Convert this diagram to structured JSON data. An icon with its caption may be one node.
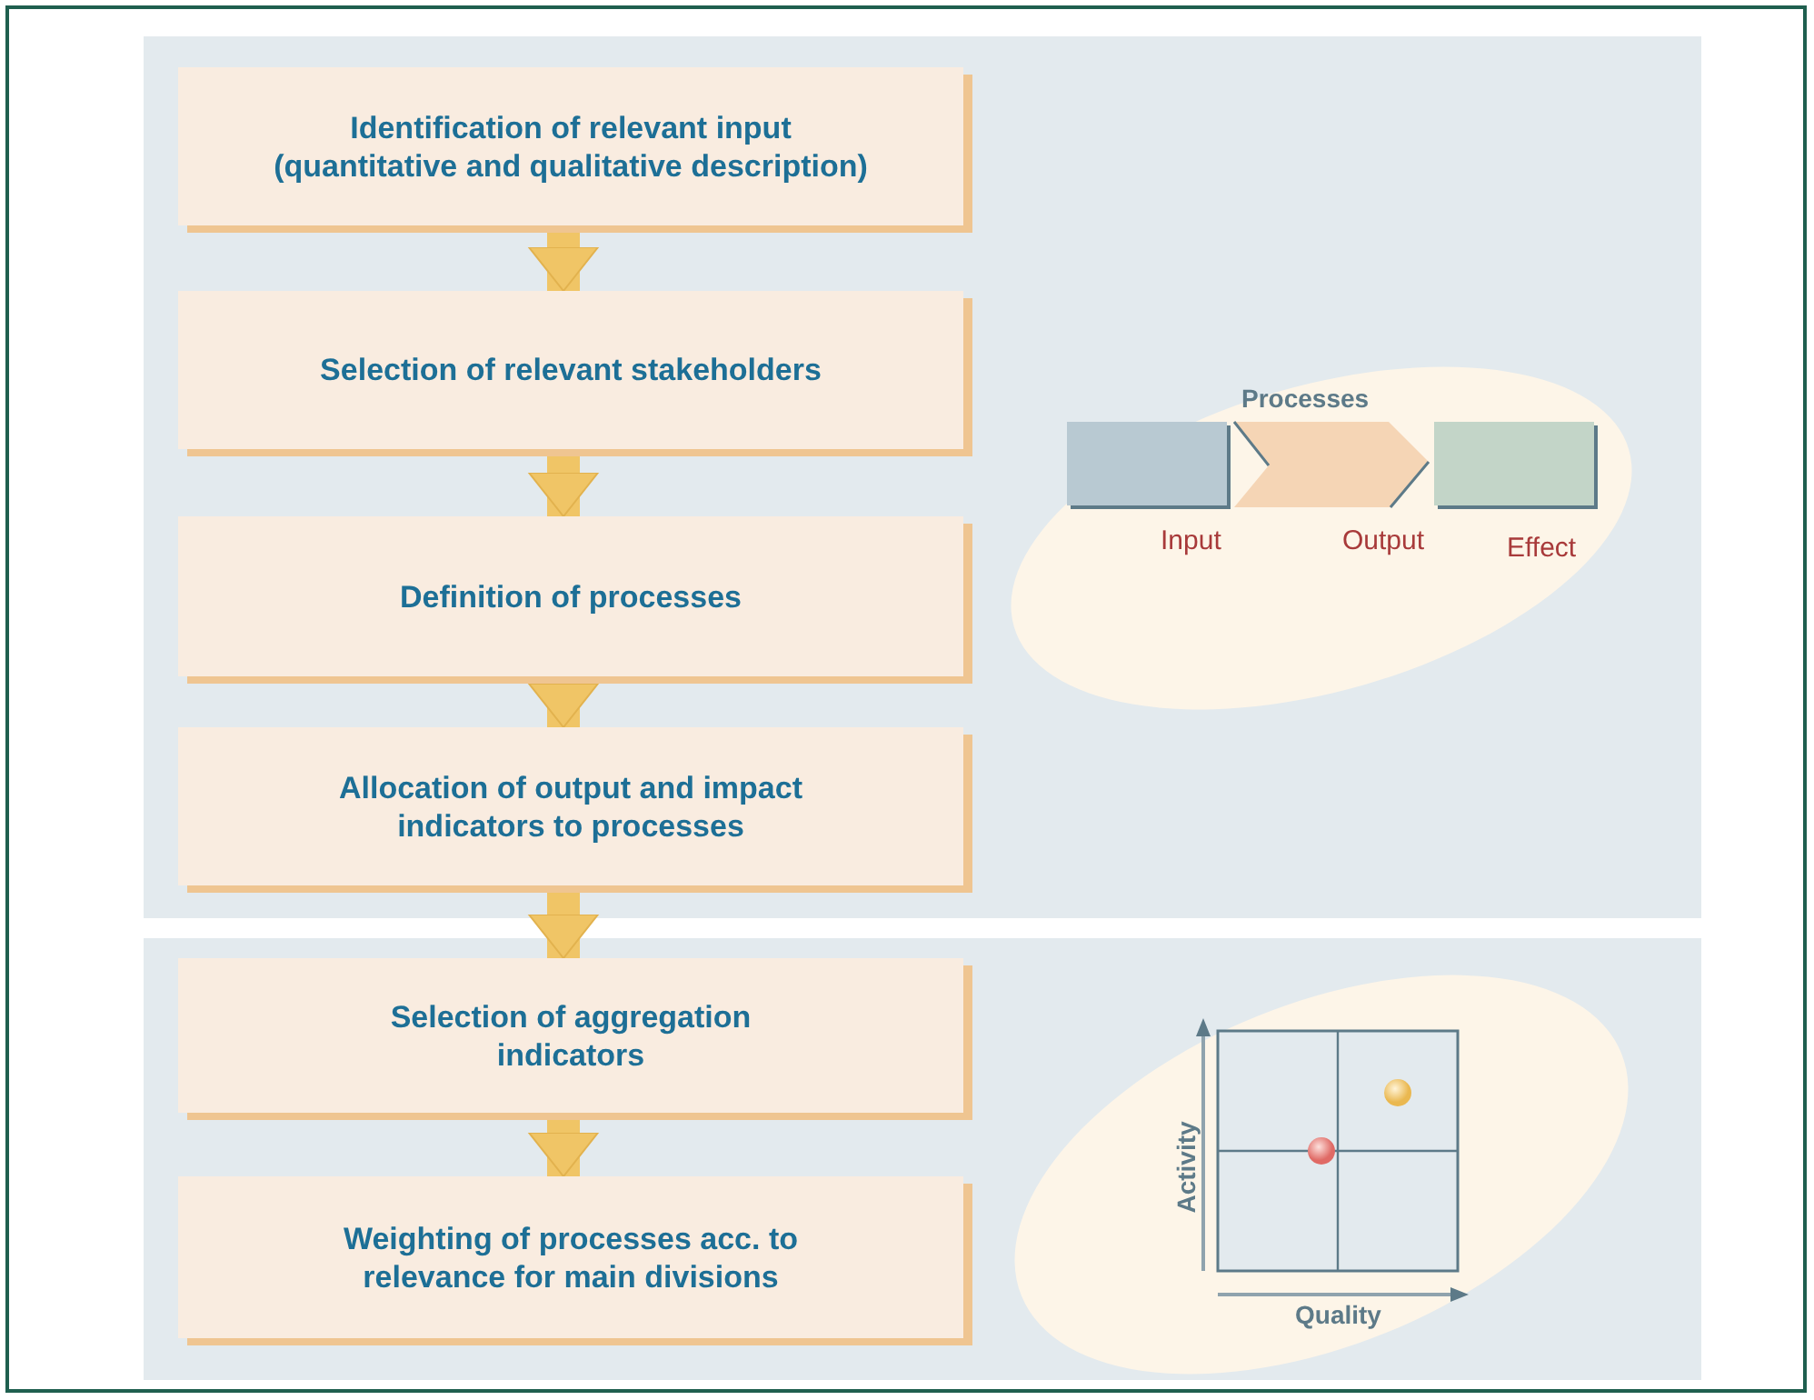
{
  "diagram": {
    "nodes": [
      {
        "text": [],
        "shape": "box"
      },
      {
        "text": [
          "Identification of relevant input (quantitative and qualitative description)"
        ],
        "in": 0
      },
      {
        "text": [
          "Selection of relevant stakeholders"
        ],
        "in": 0
      },
      {
        "text": [
          "Definition of processes"
        ],
        "in": 0
      },
      {
        "text": [
          "Allocation of output and impact indicators to processes"
        ],
        "in": 0
      },
      {
        "text": [],
        "shape": "box"
      },
      {
        "text": [
          "Selection of aggregation indicators"
        ],
        "in": 5
      },
      {
        "text": [
          "Weighting of processes acc. to relevance for main divisions"
        ],
        "in": 5
      }
    ],
    "edges": [
      {
        "from": 1,
        "to": 2,
        "arrow": "to"
      },
      {
        "from": 2,
        "to": 3,
        "arrow": "to"
      },
      {
        "from": 3,
        "to": 4,
        "arrow": "to"
      },
      {
        "from": 4,
        "to": 6,
        "arrow": "to"
      },
      {
        "from": 6,
        "to": 7,
        "arrow": "to"
      }
    ],
    "labels": [
      "Processes",
      "Input",
      "Output",
      "Effect",
      "Activity",
      "Quality"
    ]
  }
}
